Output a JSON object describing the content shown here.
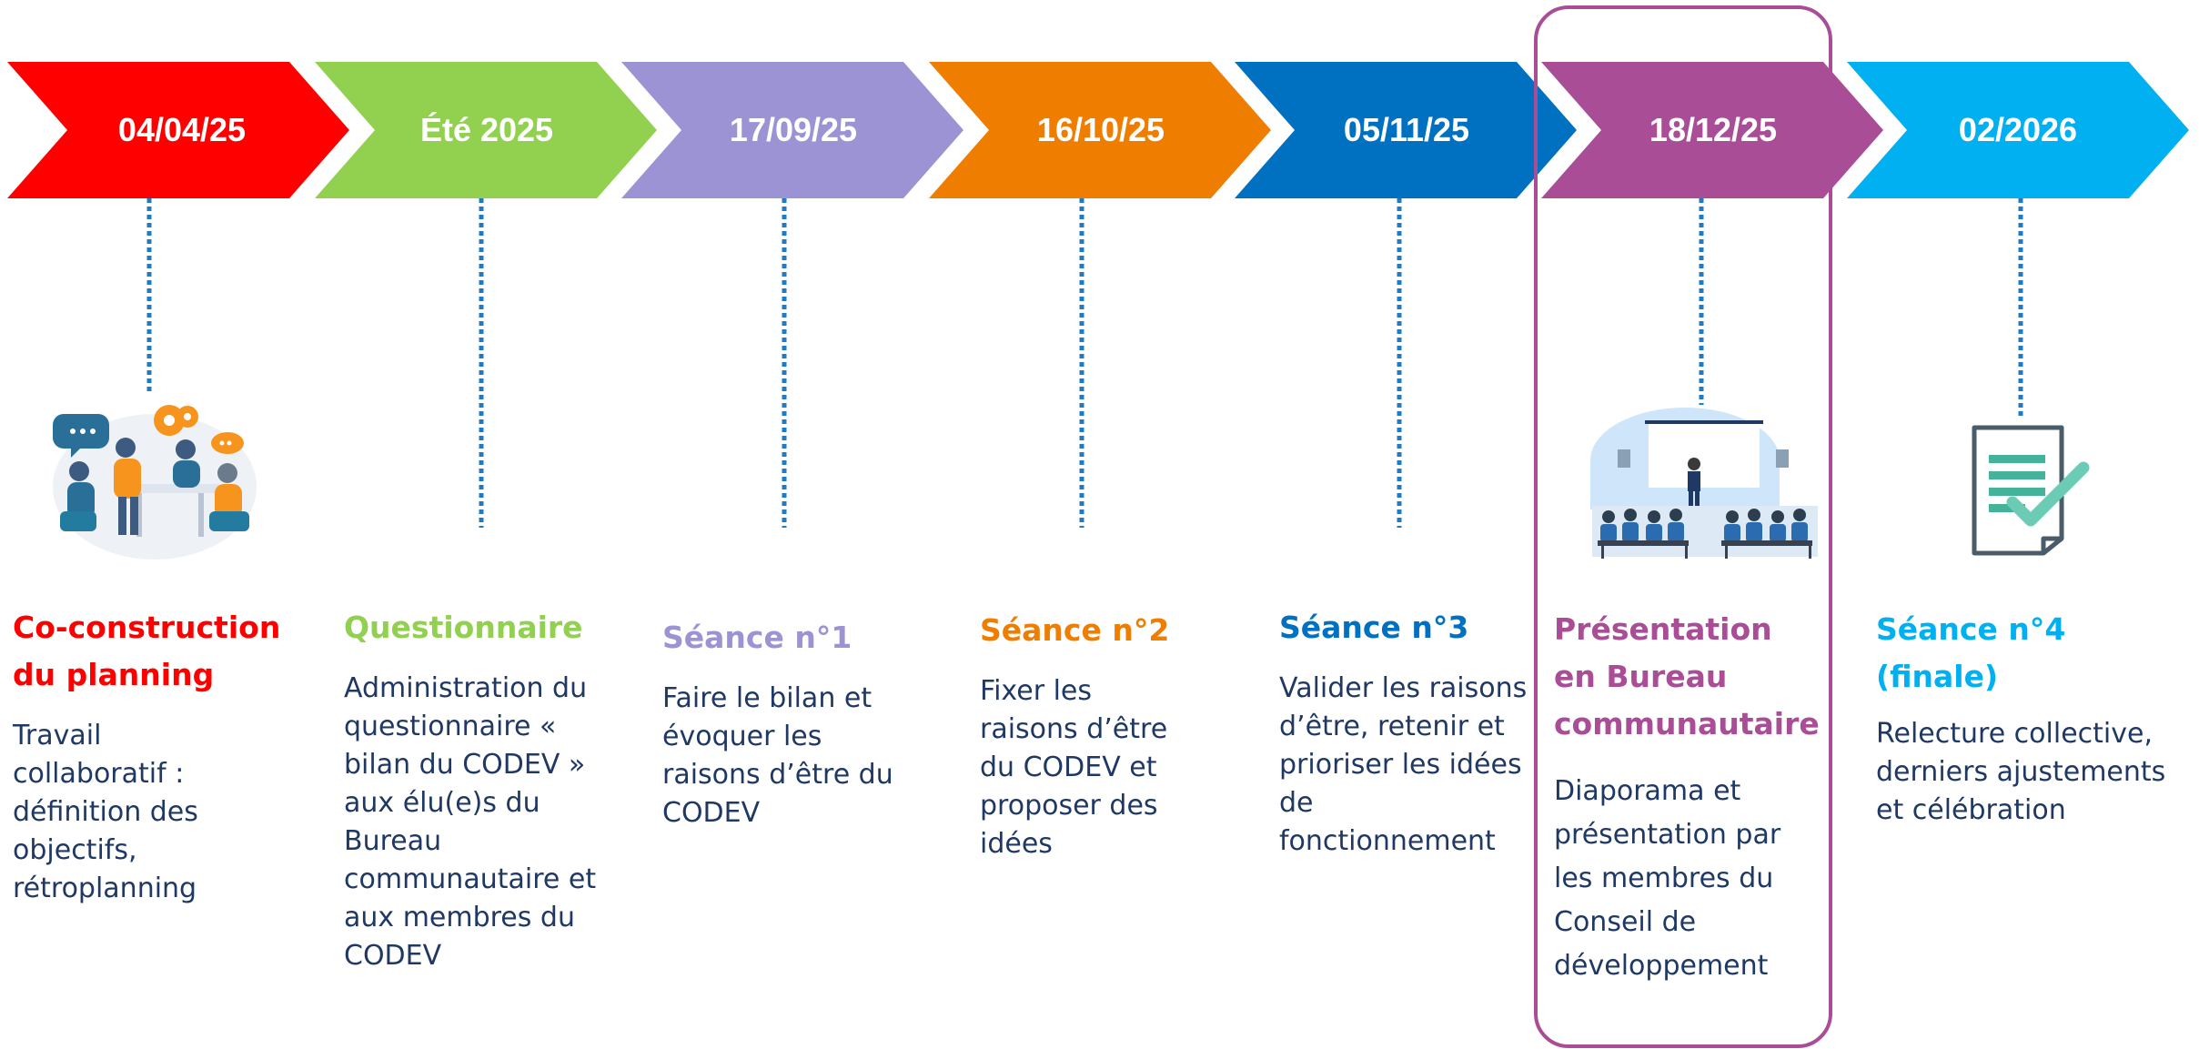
{
  "steps": [
    {
      "date": "04/04/25",
      "color": "#ff0000",
      "title": "Co-construction du planning",
      "title_color": "#ff0000",
      "description": "Travail collaboratif : définition des objectifs, rétroplanning"
    },
    {
      "date": "Été 2025",
      "color": "#92d050",
      "title": "Questionnaire",
      "title_color": "#92d050",
      "description": "Administration du questionnaire « bilan du CODEV » aux élu(e)s du Bureau communautaire et aux membres du CODEV"
    },
    {
      "date": "17/09/25",
      "color": "#9b93d3",
      "title": "Séance n°1",
      "title_color": "#9b93d3",
      "description": "Faire le bilan et évoquer les raisons d’être du CODEV"
    },
    {
      "date": "16/10/25",
      "color": "#ef7d00",
      "title": "Séance n°2",
      "title_color": "#ef7d00",
      "description": "Fixer les raisons d’être du CODEV et proposer des idées"
    },
    {
      "date": "05/11/25",
      "color": "#0070c0",
      "title": "Séance n°3",
      "title_color": "#0070c0",
      "description": "Valider les raisons d’être, retenir et prioriser les idées de fonctionnement"
    },
    {
      "date": "18/12/25",
      "color": "#a94d96",
      "title": "Présentation en Bureau communautaire",
      "title_color": "#a94d96",
      "description": "Diaporama et présentation par les membres du Conseil de développement"
    },
    {
      "date": "02/2026",
      "color": "#00b0f0",
      "title": "Séance n°4 (finale)",
      "title_color": "#00b0f0",
      "description": "Relecture collective, derniers ajustements et célébration"
    }
  ],
  "connector_color": "#1f7cc4",
  "highlight_color": "#a94d96",
  "text_color": "#1f3864",
  "icons": [
    "team-meeting-illustration",
    "conference-presentation-illustration",
    "checked-document-icon"
  ]
}
